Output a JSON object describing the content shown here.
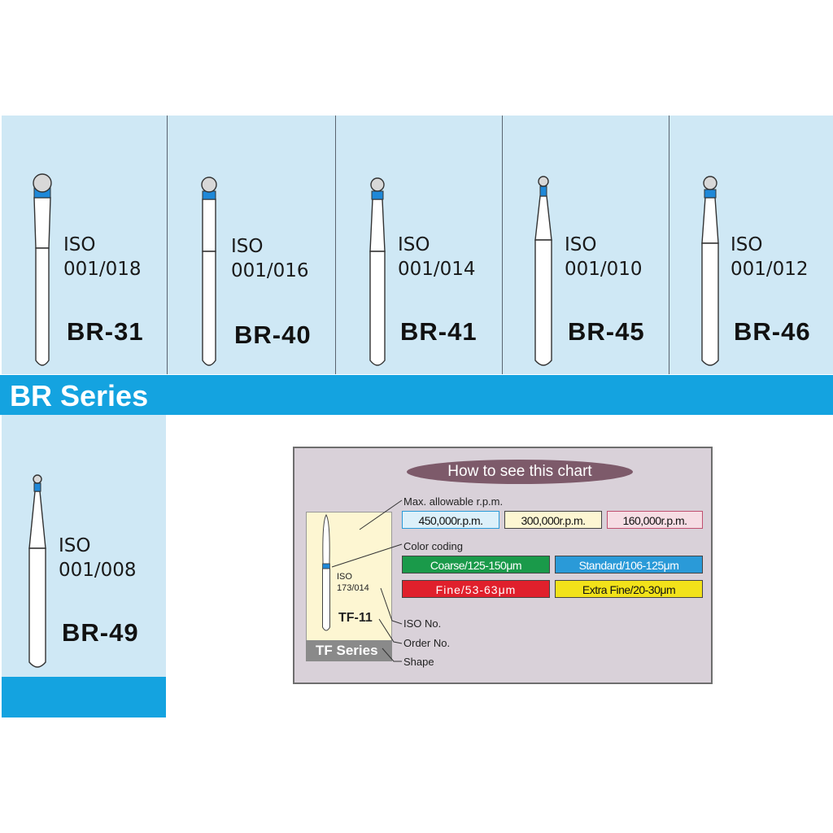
{
  "series_title": "BR Series",
  "products": [
    {
      "iso_label": "ISO",
      "iso_number": "001/018",
      "code": "BR-31"
    },
    {
      "iso_label": "ISO",
      "iso_number": "001/016",
      "code": "BR-40"
    },
    {
      "iso_label": "ISO",
      "iso_number": "001/014",
      "code": "BR-41"
    },
    {
      "iso_label": "ISO",
      "iso_number": "001/010",
      "code": "BR-45"
    },
    {
      "iso_label": "ISO",
      "iso_number": "001/012",
      "code": "BR-46"
    },
    {
      "iso_label": "ISO",
      "iso_number": "001/008",
      "code": "BR-49"
    }
  ],
  "legend": {
    "title": "How to see this chart",
    "rpm_label": "Max. allowable r.p.m.",
    "rpm": [
      "450,000r.p.m.",
      "300,000r.p.m.",
      "160,000r.p.m."
    ],
    "color_label": "Color coding",
    "grits": [
      "Coarse/125-150μm",
      "Standard/106-125μm",
      "Fine/53-63μm",
      "Extra Fine/20-30μm"
    ],
    "sample_iso_label": "ISO",
    "sample_iso_number": "173/014",
    "sample_code": "TF-11",
    "sample_series": "TF Series",
    "iso_no_label": "ISO No.",
    "order_no_label": "Order No.",
    "shape_label": "Shape"
  },
  "colors": {
    "panel_bg": "#cfe8f5",
    "band": "#14a3e0",
    "bur_ring": "#1e88d8",
    "coarse": "#1a9a4a",
    "standard": "#2a9ad8",
    "fine": "#e0202c",
    "extra_fine": "#f2e21a"
  }
}
